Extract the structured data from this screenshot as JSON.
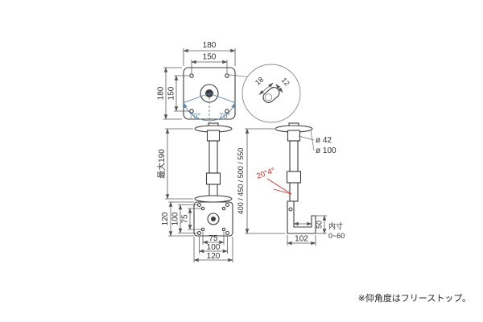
{
  "note": "※仰角度はフリーストップ。",
  "colors": {
    "line": "#3c3c3c",
    "dimension": "#5a5a5a",
    "angle_blue": "#5f87a8",
    "angle_red": "#cf2a21"
  },
  "top_view": {
    "dim_width_outer": "180",
    "dim_width_inner": "150",
    "dim_height_outer": "180",
    "dim_height_inner": "150",
    "swivel_left": "70°",
    "swivel_right": "70°"
  },
  "detail_view": {
    "slot_length": "18",
    "slot_width": "12"
  },
  "front_view": {
    "max_extension": "最大190"
  },
  "side_view": {
    "pole_diameter": "ø 42",
    "flange_diameter": "ø 100",
    "pole_lengths": "400 / 450 / 500 / 550",
    "tilt_angle": "20°4°"
  },
  "base_view": {
    "left_dims": [
      "120",
      "100",
      "75"
    ],
    "bottom_dims": [
      "75",
      "100",
      "120"
    ]
  },
  "bracket_view": {
    "width": "102",
    "lip_height": "50",
    "inner_label": "内寸",
    "inner_range": "0~60"
  }
}
